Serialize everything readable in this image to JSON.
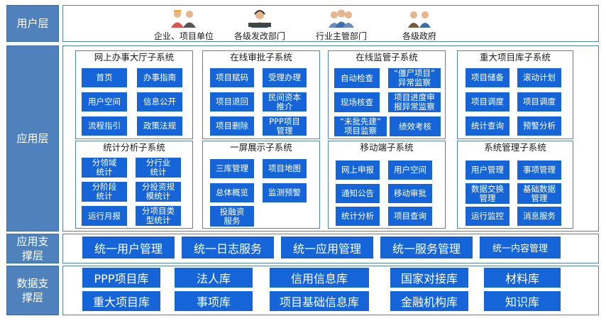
{
  "layers": {
    "user": "用户层",
    "app": "应用层",
    "support": "应用支\n撑层",
    "data": "数据支\n撑层"
  },
  "users": [
    {
      "label": "企业、项目单位",
      "icon": "people-group-icon"
    },
    {
      "label": "各级发改部门",
      "icon": "operator-headset-icon"
    },
    {
      "label": "行业主管部门",
      "icon": "people-group-icon"
    },
    {
      "label": "各级政府",
      "icon": "people-group-icon"
    }
  ],
  "subsystems": [
    {
      "title": "网上办事大厅子系统",
      "items": [
        "首页",
        "办事指南",
        "用户空间",
        "信息公开",
        "流程指引",
        "政策法规"
      ]
    },
    {
      "title": "在线审批子系统",
      "items": [
        "项目赋码",
        "受理办理",
        "项目退回",
        "民间资本\n推介",
        "项目删除",
        "PPP项目\n管理"
      ]
    },
    {
      "title": "在线监管子系统",
      "items": [
        "自动检查",
        "“僵尸项目”\n异常监察",
        "现场核查",
        "项目进度申\n报异常监察",
        "“未批先建”\n项目监察",
        "绩效考核"
      ]
    },
    {
      "title": "重大项目库子系统",
      "items": [
        "项目储备",
        "滚动计划",
        "项目调度",
        "项目调度",
        "统计查询",
        "预警分析"
      ]
    },
    {
      "title": "统计分析子系统",
      "items": [
        "分领域\n统计",
        "分行业\n统计",
        "分阶段\n统计",
        "分投资规\n模统计",
        "运行月报",
        "分项目类\n型统计"
      ]
    },
    {
      "title": "一屏展示子系统",
      "items": [
        "三库管理",
        "项目地图",
        "总体概览",
        "监测预警",
        "投融资\n服务"
      ]
    },
    {
      "title": "移动端子系统",
      "items": [
        "网上申报",
        "用户空间",
        "通知公告",
        "移动审批",
        "统计分析",
        "项目查询"
      ]
    },
    {
      "title": "系统管理子系统",
      "items": [
        "用户管理",
        "事项管理",
        "数据交换\n管理",
        "基础数据\n管理",
        "运行监控",
        "消息服务"
      ]
    }
  ],
  "support": [
    "统一用户管理",
    "统一日志服务",
    "统一应用管理",
    "统一服务管理",
    "统一内容管理"
  ],
  "data_row1": [
    "PPP项目库",
    "法人库",
    "信用信息库",
    "国家对接库",
    "材料库"
  ],
  "data_row2": [
    "重大项目库",
    "事项库",
    "项目基础信息库",
    "金融机构库",
    "知识库"
  ]
}
